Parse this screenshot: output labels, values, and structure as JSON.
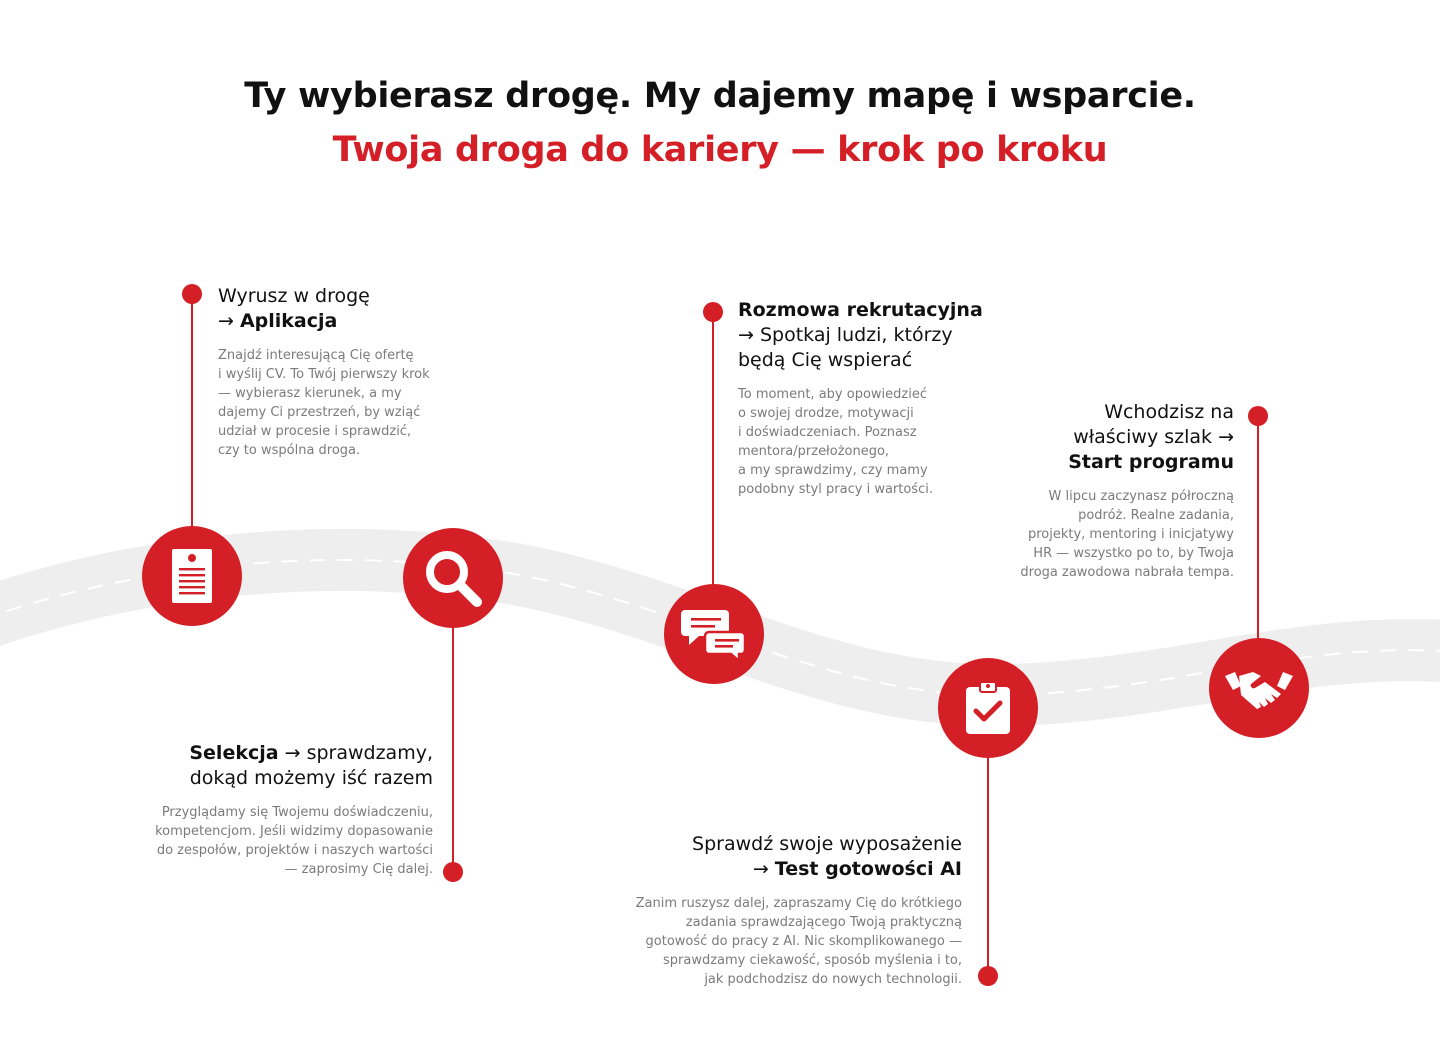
{
  "headline": {
    "line1": "Ty wybierasz drogę. My dajemy mapę i wsparcie.",
    "line2": "Twoja droga do kariery — krok po kroku"
  },
  "colors": {
    "accent": "#d51f26",
    "road": "#eeeeee",
    "text": "#111111",
    "muted": "#7b7b7b"
  },
  "steps": [
    {
      "icon": "document-icon",
      "title_pre": "Wyrusz w drogę",
      "title_arrow": "→",
      "title_bold": "Aplikacja",
      "desc": [
        "Znajdź interesującą Cię ofertę",
        "i wyślij CV. To Twój pierwszy krok",
        "— wybierasz kierunek, a my",
        "dajemy Ci przestrzeń, by wziąć",
        "udział w procesie i sprawdzić,",
        "czy to wspólna droga."
      ]
    },
    {
      "icon": "magnifier-icon",
      "title_bold": "Selekcja",
      "title_rest1": "→ sprawdzamy,",
      "title_rest2": "dokąd możemy iść razem",
      "desc": [
        "Przyglądamy się Twojemu doświadczeniu,",
        "kompetencjom. Jeśli widzimy dopasowanie",
        "do zespołów, projektów i naszych wartości",
        "— zaprosimy Cię dalej."
      ]
    },
    {
      "icon": "chat-bubbles-icon",
      "title_bold": "Rozmowa rekrutacyjna",
      "title_rest1": "→ Spotkaj ludzi, którzy",
      "title_rest2": "będą Cię wspierać",
      "desc": [
        "To moment, aby opowiedzieć",
        "o swojej drodze, motywacji",
        "i doświadczeniach. Poznasz",
        "mentora/przełożonego,",
        "a my sprawdzimy, czy mamy",
        "podobny styl pracy i wartości."
      ]
    },
    {
      "icon": "clipboard-check-icon",
      "title_pre": "Sprawdź swoje wyposażenie",
      "title_arrow": "→",
      "title_bold": "Test gotowości AI",
      "desc": [
        "Zanim ruszysz dalej, zapraszamy Cię do krótkiego",
        "zadania sprawdzającego Twoją praktyczną",
        "gotowość do pracy z AI. Nic skomplikowanego —",
        "sprawdzamy ciekawość, sposób myślenia i to,",
        "jak podchodzisz do nowych technologii."
      ]
    },
    {
      "icon": "handshake-icon",
      "title_pre1": "Wchodzisz na",
      "title_pre2": "właściwy szlak →",
      "title_bold": "Start programu",
      "desc": [
        "W lipcu zaczynasz półroczną",
        "podróż. Realne zadania,",
        "projekty, mentoring i inicjatywy",
        "HR — wszystko po to, by Twoja",
        "droga zawodowa nabrała tempa."
      ]
    }
  ]
}
